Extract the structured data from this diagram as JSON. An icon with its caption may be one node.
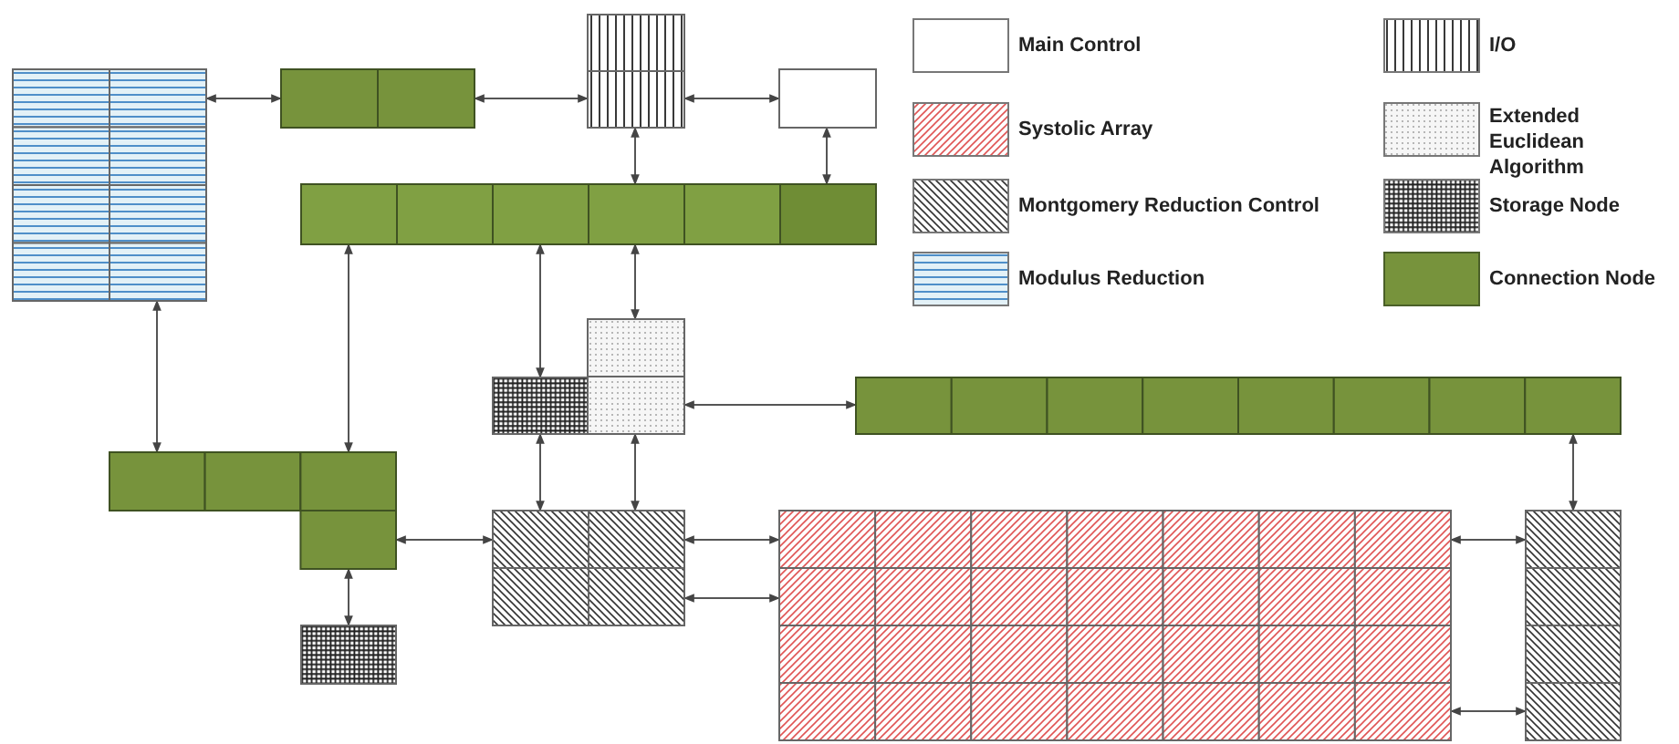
{
  "diagram": {
    "nodes": [
      {
        "text": [],
        "shape": "box"
      },
      {
        "text": [],
        "shape": "box"
      },
      {
        "text": [],
        "shape": "box"
      },
      {
        "text": [],
        "shape": "box"
      },
      {
        "text": [],
        "shape": "box"
      },
      {
        "text": [],
        "shape": "box"
      },
      {
        "text": [],
        "shape": "box"
      },
      {
        "text": [],
        "shape": "box"
      },
      {
        "text": [],
        "shape": "box"
      },
      {
        "text": [],
        "shape": "box"
      },
      {
        "text": [],
        "shape": "box"
      },
      {
        "text": [],
        "shape": "box"
      },
      {
        "text": [],
        "shape": "box"
      }
    ],
    "edges": [
      {
        "from": 0,
        "to": 1,
        "arrow": "both"
      },
      {
        "from": 1,
        "to": 2,
        "arrow": "both"
      },
      {
        "from": 2,
        "to": 3,
        "arrow": "both"
      },
      {
        "from": 2,
        "to": 4,
        "arrow": "both"
      },
      {
        "from": 3,
        "to": 4,
        "arrow": "both"
      },
      {
        "from": 0,
        "to": 8,
        "arrow": "both"
      },
      {
        "from": 4,
        "to": 8,
        "arrow": "both"
      },
      {
        "from": 4,
        "to": 5,
        "arrow": "both"
      },
      {
        "from": 4,
        "to": 6,
        "arrow": "both"
      },
      {
        "from": 6,
        "to": 7,
        "arrow": "both"
      },
      {
        "from": 5,
        "to": 10,
        "arrow": "both"
      },
      {
        "from": 6,
        "to": 10,
        "arrow": "both"
      },
      {
        "from": 7,
        "to": 12,
        "arrow": "both"
      },
      {
        "from": 8,
        "to": 10,
        "arrow": "both"
      },
      {
        "from": 8,
        "to": 9,
        "arrow": "both"
      },
      {
        "from": 10,
        "to": 11,
        "arrow": "both"
      },
      {
        "from": 10,
        "to": 11,
        "arrow": "both"
      },
      {
        "from": 11,
        "to": 12,
        "arrow": "both"
      },
      {
        "from": 11,
        "to": 12,
        "arrow": "both"
      }
    ],
    "legend": [
      {
        "text": "Main Control",
        "color": "#ffffff"
      },
      {
        "text": "Systolic Array"
      },
      {
        "text": "Montgomery Reduction Control"
      },
      {
        "text": "Modulus Reduction"
      },
      {
        "text": "I/O"
      },
      {
        "text": "Extended Euclidean Algorithm"
      },
      {
        "text": "Storage Node"
      },
      {
        "text": "Connection Node",
        "color": "#77933c"
      }
    ]
  }
}
